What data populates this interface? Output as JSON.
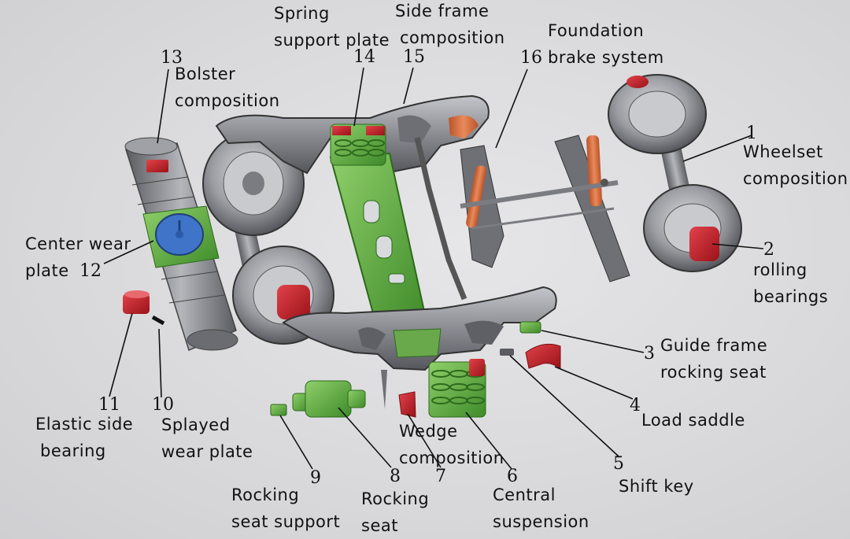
{
  "parts": [
    {
      "num": "1",
      "label_lines": [
        "Wheelset",
        "composition"
      ]
    },
    {
      "num": "2",
      "label_lines": [
        "rolling",
        "bearings"
      ]
    },
    {
      "num": "3",
      "label_lines": [
        "Guide frame",
        "rocking seat"
      ]
    },
    {
      "num": "4",
      "label_lines": [
        "Load saddle"
      ]
    },
    {
      "num": "5",
      "label_lines": [
        "Shift key"
      ]
    },
    {
      "num": "6",
      "label_lines": [
        "Central",
        "suspension"
      ]
    },
    {
      "num": "7",
      "label_lines": [
        "Wedge",
        "composition"
      ]
    },
    {
      "num": "8",
      "label_lines": [
        "Rocking",
        "seat"
      ]
    },
    {
      "num": "9",
      "label_lines": [
        "Rocking",
        "seat support"
      ]
    },
    {
      "num": "10",
      "label_lines": [
        "Splayed",
        "wear plate"
      ]
    },
    {
      "num": "11",
      "label_lines": [
        "Elastic side",
        "bearing"
      ]
    },
    {
      "num": "12",
      "label_lines": [
        "Center wear",
        "plate"
      ]
    },
    {
      "num": "13",
      "label_lines": [
        "Bolster",
        "composition"
      ]
    },
    {
      "num": "14",
      "label_lines": [
        "Spring",
        "support plate"
      ]
    },
    {
      "num": "15",
      "label_lines": [
        "Side frame",
        "composition"
      ]
    },
    {
      "num": "16",
      "label_lines": [
        "Foundation",
        "brake system"
      ]
    }
  ],
  "colors": {
    "steel": "#7d7f84",
    "steel_light": "#b9bbc0",
    "steel_dark": "#4b4d52",
    "green": "#5aa43c",
    "green_light": "#86c862",
    "red": "#c8202a",
    "orange": "#d96a3a",
    "blue": "#3f74c8",
    "leader": "#111111"
  }
}
